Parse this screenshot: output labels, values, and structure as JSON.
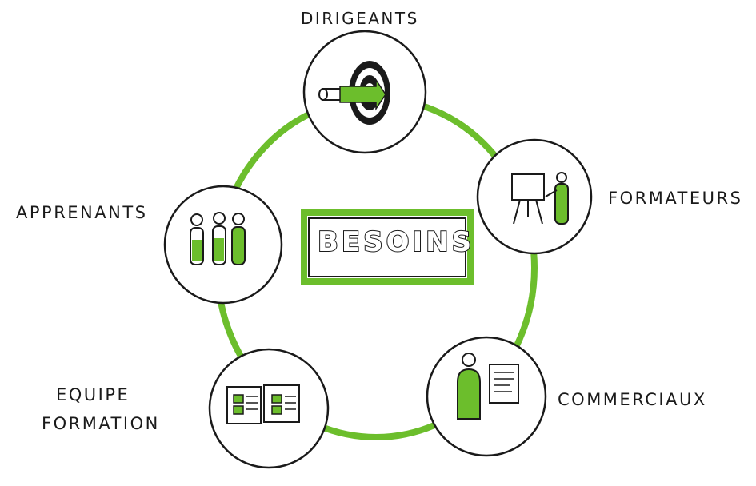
{
  "center": {
    "label": "BESOINS"
  },
  "nodes": {
    "dirigeants": {
      "label": "DIRIGEANTS",
      "icon": "target-arrow-icon"
    },
    "formateurs": {
      "label": "FORMATEURS",
      "icon": "presenter-whiteboard-icon"
    },
    "commerciaux": {
      "label": "COMMERCIAUX",
      "icon": "person-document-icon"
    },
    "equipe_formation": {
      "label_line1": "EQUIPE",
      "label_line2": "FORMATION",
      "icon": "open-books-icon"
    },
    "apprenants": {
      "label": "APPRENANTS",
      "icon": "group-of-people-icon"
    }
  },
  "colors": {
    "accent": "#6cbe2c",
    "ink": "#1a1a1a",
    "paper": "#ffffff"
  }
}
